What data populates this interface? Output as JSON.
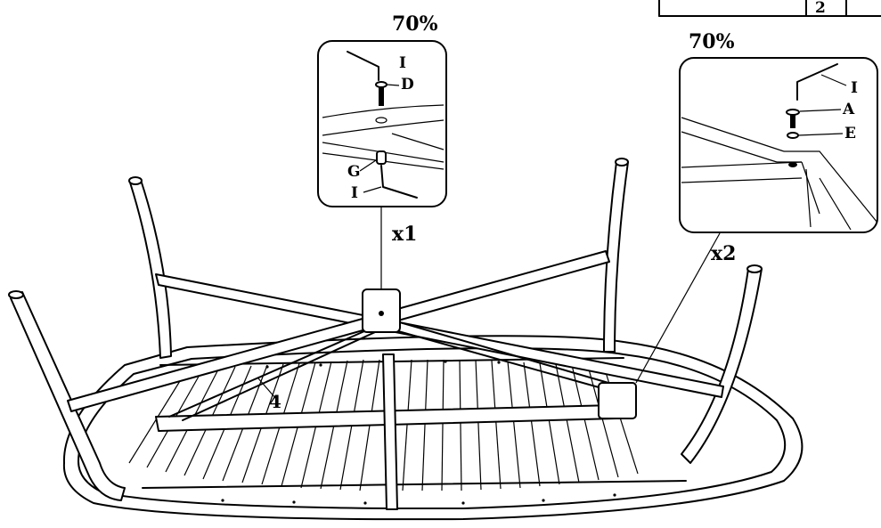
{
  "scale_labels": {
    "detail_top": "70%",
    "detail_right": "70%"
  },
  "quantity_labels": {
    "center": "x1",
    "corner": "x2"
  },
  "part_labels": {
    "top": {
      "i_upper": "I",
      "d": "D",
      "g": "G",
      "i_lower": "I"
    },
    "right": {
      "i": "I",
      "a": "A",
      "e": "E"
    }
  },
  "step_number": "4",
  "corner_table_fragment": "2"
}
